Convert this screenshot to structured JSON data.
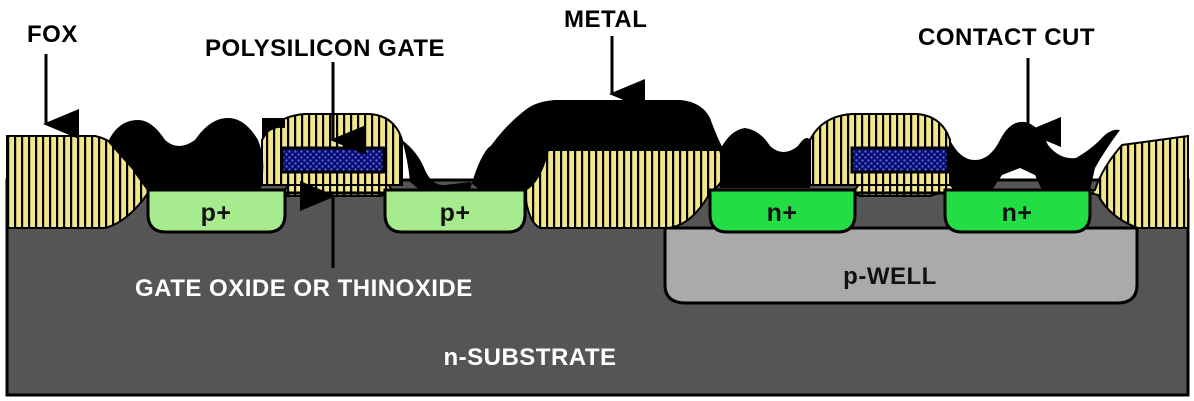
{
  "diagram": {
    "labels": {
      "fox": "FOX",
      "polysilicon_gate": "POLYSILICON GATE",
      "metal": "METAL",
      "contact_cut": "CONTACT CUT",
      "gate_oxide": "GATE OXIDE OR THINOXIDE",
      "p_well": "p-WELL",
      "n_substrate": "n-SUBSTRATE"
    },
    "diffusions": [
      {
        "label": "p+"
      },
      {
        "label": "p+"
      },
      {
        "label": "n+"
      },
      {
        "label": "n+"
      }
    ],
    "colors": {
      "substrate": "#555555",
      "p_well": "#aaaaaa",
      "p_plus": "#a6ec8e",
      "n_plus": "#22dd44",
      "oxide_yellow": "#f2e68a",
      "oxide_stripe": "#000000",
      "metal": "#000000",
      "polysilicon": "#0a0a6e",
      "polysilicon_dots": "#4a6ad8"
    }
  }
}
